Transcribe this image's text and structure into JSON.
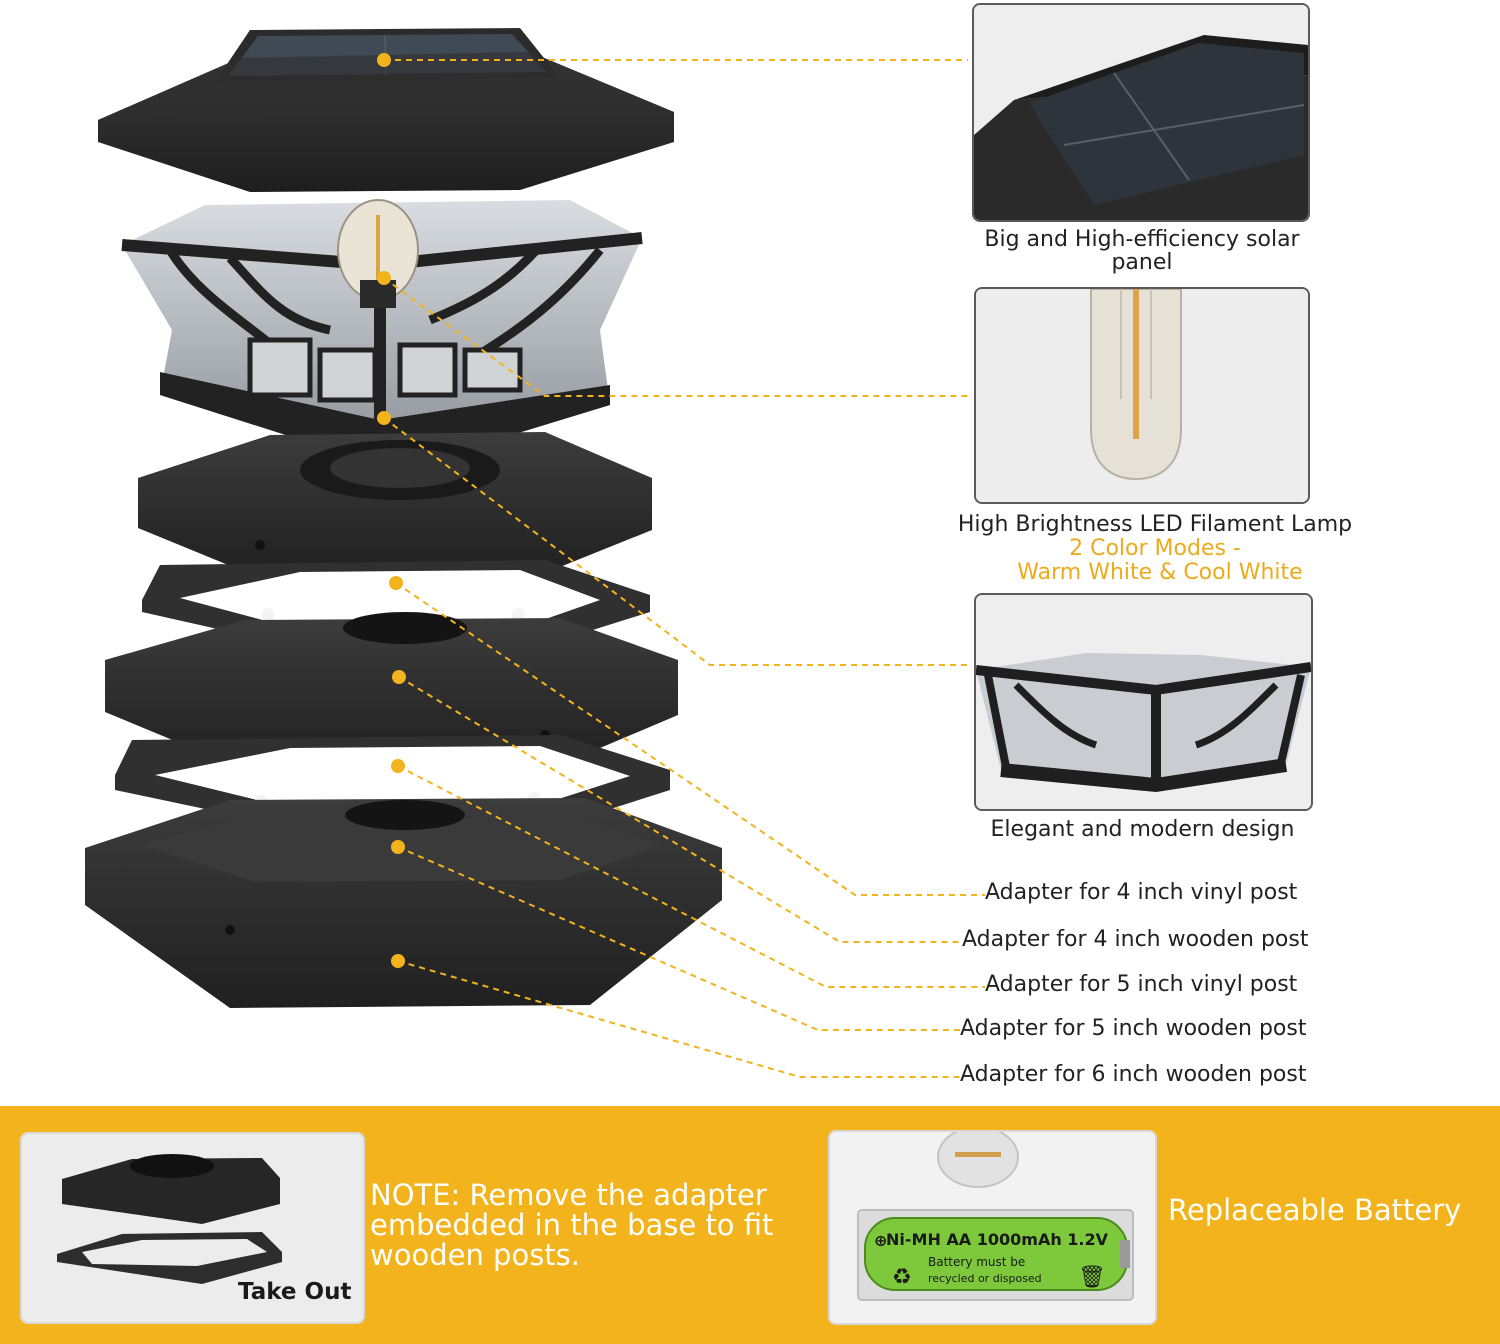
{
  "colors": {
    "accent": "#F2B31C",
    "band": "#F2B31C",
    "product_dark": "#262626",
    "text": "#222222",
    "highlight_text": "#EDAA1B"
  },
  "callouts": {
    "solar_panel": "Big and High-efficiency solar panel",
    "lamp_title": "High Brightness LED Filament Lamp",
    "lamp_modes_1": "2 Color Modes -",
    "lamp_modes_2": "Warm White & Cool White",
    "design": "Elegant and modern design"
  },
  "adapters": [
    "Adapter for 4 inch vinyl post",
    "Adapter for 4 inch wooden post",
    "Adapter for 5 inch vinyl post",
    "Adapter for 5 inch wooden post",
    "Adapter for 6 inch wooden post"
  ],
  "bottom": {
    "take_out": "Take Out",
    "note": "NOTE: Remove the adapter embedded in the base to fit wooden posts.",
    "battery_text_1": "Ni-MH AA 1000mAh 1.2V",
    "battery_text_2": "Battery must be",
    "battery_text_3": "recycled or disposed",
    "replaceable": "Replaceable Battery"
  }
}
